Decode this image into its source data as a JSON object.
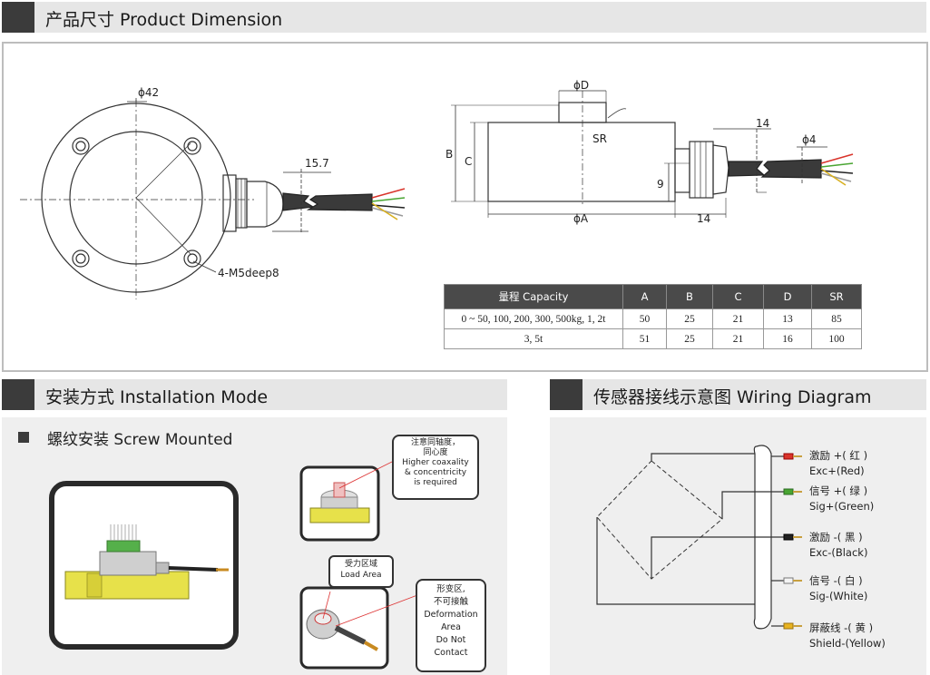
{
  "headers": {
    "dimension": "产品尺寸 Product Dimension",
    "installation": "安装方式 Installation Mode",
    "wiring": "传感器接线示意图 Wiring Diagram"
  },
  "dimension_labels": {
    "phi42": "ϕ42",
    "d15_7": "15.7",
    "mounting": "4-M5deep8",
    "phiD": "ϕD",
    "SR": "SR",
    "B": "B",
    "C": "C",
    "d14_top": "14",
    "phi4": "ϕ4",
    "d9": "9",
    "phiA": "ϕA",
    "d14_bottom": "14"
  },
  "table": {
    "headers": [
      "量程 Capacity",
      "A",
      "B",
      "C",
      "D",
      "SR"
    ],
    "rows": [
      [
        "0 ~ 50, 100, 200, 300, 500kg, 1, 2t",
        "50",
        "25",
        "21",
        "13",
        "85"
      ],
      [
        "3, 5t",
        "51",
        "25",
        "21",
        "16",
        "100"
      ]
    ]
  },
  "installation": {
    "subtitle": "螺纹安装 Screw Mounted",
    "callout_coaxial": [
      "注意同轴度，",
      "同心度",
      "Higher coaxality",
      "& concentricity",
      "is required"
    ],
    "callout_load": [
      "受力区域",
      "Load Area"
    ],
    "callout_deform": [
      "形变区,",
      "不可接触",
      "Deformation",
      "Area",
      "Do Not",
      "Contact"
    ]
  },
  "wiring": {
    "wires": [
      {
        "cn": "激励 +( 红 )",
        "en": "Exc+(Red)",
        "color": "#d9342b"
      },
      {
        "cn": "信号 +( 绿 )",
        "en": "Sig+(Green)",
        "color": "#49a532"
      },
      {
        "cn": "激励 -( 黑 )",
        "en": "Exc-(Black)",
        "color": "#222222"
      },
      {
        "cn": "信号 -( 白 )",
        "en": "Sig-(White)",
        "color": "#f4f4f4"
      },
      {
        "cn": "屏蔽线 -( 黄 )",
        "en": "Shield-(Yellow)",
        "color": "#e8b321"
      }
    ]
  }
}
